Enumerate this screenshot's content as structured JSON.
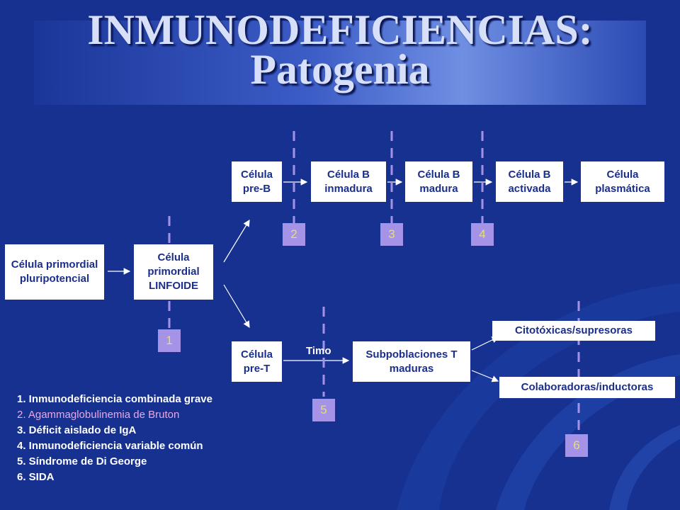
{
  "title": {
    "line1": "INMUNODEFICIENCIAS:",
    "line2": "Patogenia"
  },
  "boxes": {
    "pluripotencial": "Célula primordial pluripotencial",
    "linfoide": "Célula primordial LINFOIDE",
    "pre_b": "Célula pre-B",
    "b_inmadura": "Célula B inmadura",
    "b_madura": "Célula B madura",
    "b_activada": "Célula B activada",
    "plasmatica": "Célula plasmática",
    "pre_t": "Célula pre-T",
    "subpoblaciones": "Subpoblaciones T maduras",
    "citotoxicas": "Citotóxicas/supresoras",
    "colaboradoras": "Colaboradoras/inductoras"
  },
  "labels": {
    "timo": "Timo"
  },
  "badges": [
    "1",
    "2",
    "3",
    "4",
    "5",
    "6"
  ],
  "legend": [
    "1. Inmunodeficiencia combinada grave",
    "2. Agammaglobulinemia de Bruton",
    "3. Déficit aislado de IgA",
    "4. Inmunodeficiencia variable común",
    "5. Síndrome de Di George",
    "6. SIDA"
  ],
  "colors": {
    "background": "#16318f",
    "badge": "#a593e8",
    "badge_text": "#e8df6a",
    "dash": "#a593e8",
    "legend_highlight": "#e7a9e6"
  }
}
